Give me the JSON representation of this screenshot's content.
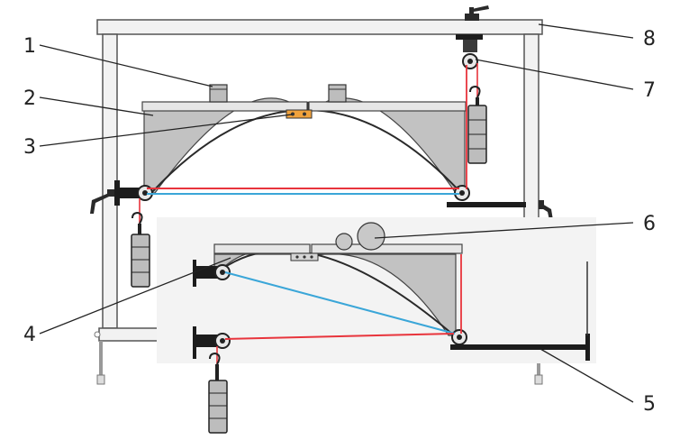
{
  "colors": {
    "frame_fill": "#f2f2f2",
    "frame_stroke": "#555555",
    "arch_fill": "#c2c2c2",
    "plate_fill": "#e6e6e6",
    "dark_steel": "#1c1c1c",
    "inset_background": "#f3f3f3",
    "cable_red": "#e8343c",
    "cable_blue": "#3aa6d8",
    "bearing_orange": "#f0a23c",
    "label_text": "#222222"
  },
  "callouts": [
    {
      "number": "1"
    },
    {
      "number": "2"
    },
    {
      "number": "3"
    },
    {
      "number": "4"
    },
    {
      "number": "5"
    },
    {
      "number": "6"
    },
    {
      "number": "7"
    },
    {
      "number": "8"
    }
  ],
  "icons": [
    "clamp-handle-icon",
    "pulley-icon",
    "hanging-weight-icon",
    "hook-icon"
  ]
}
